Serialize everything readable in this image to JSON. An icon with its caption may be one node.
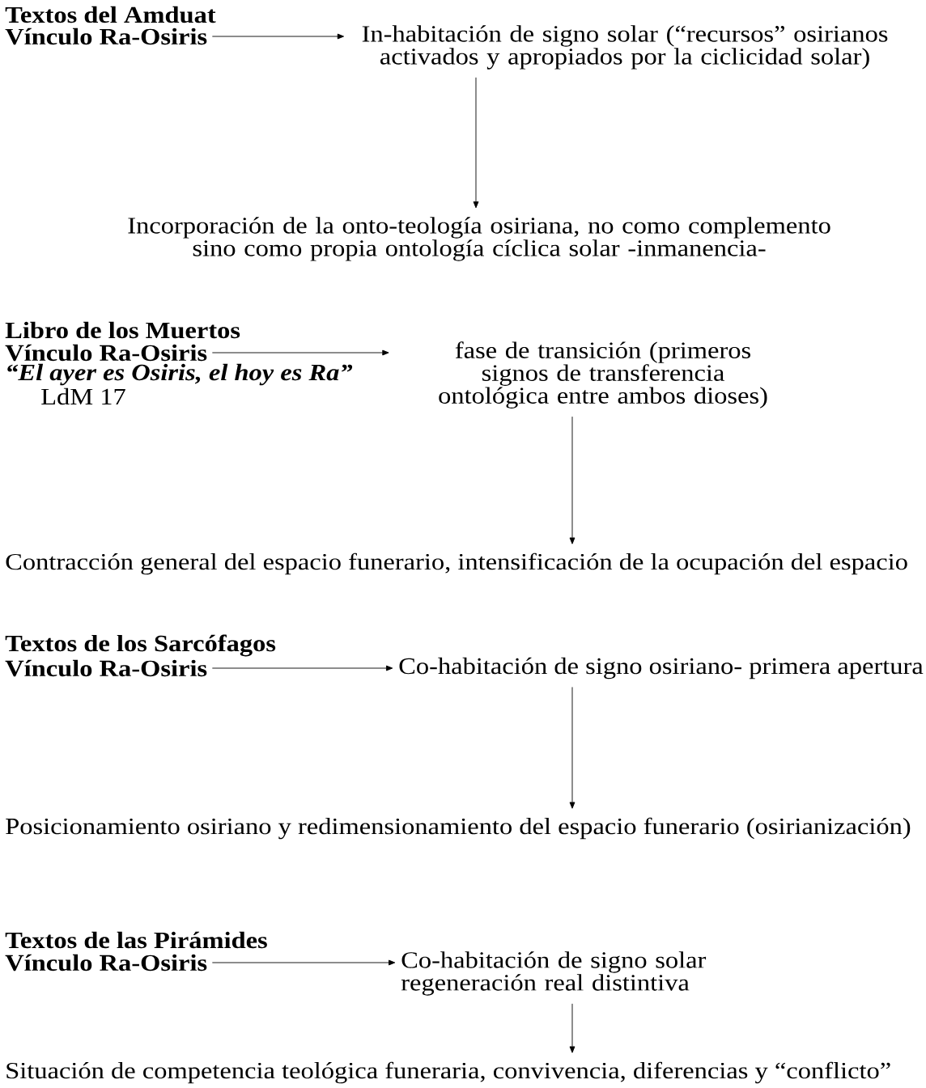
{
  "diagram": {
    "nodes": [
      {
        "text": [
          "Vínculo Ra-Osiris"
        ]
      },
      {
        "text": [
          "In-habitación de signo solar (“recursos” osirianos activados y apropiados por la ciclicidad solar)"
        ]
      },
      {
        "text": [
          "Incorporación de la onto-teología osiriana, no como complemento sino como propia ontología cíclica solar -inmanencia-"
        ]
      },
      {
        "text": [
          "Vínculo Ra-Osiris"
        ]
      },
      {
        "text": [
          "fase de transición (primeros signos de transferencia ontológica entre ambos dioses)"
        ]
      },
      {
        "text": [
          "Contracción general del espacio funerario, intensificación de la ocupación del espacio"
        ]
      },
      {
        "text": [
          "Vínculo Ra-Osiris"
        ]
      },
      {
        "text": [
          "Co-habitación de signo osiriano- primera apertura"
        ]
      },
      {
        "text": [
          "Posicionamiento osiriano y redimensionamiento del espacio funerario (osirianización)"
        ]
      },
      {
        "text": [
          "Vínculo Ra-Osiris"
        ]
      },
      {
        "text": [
          "Co-habitación de signo solar regeneración real distintiva"
        ]
      },
      {
        "text": [
          "Situación de competencia teológica funeraria, convivencia, diferencias y “conflicto”"
        ]
      }
    ],
    "edges": [
      {
        "from": 0,
        "to": 1,
        "arrow": "to"
      },
      {
        "from": 1,
        "to": 2,
        "arrow": "to"
      },
      {
        "from": 3,
        "to": 4,
        "arrow": "to"
      },
      {
        "from": 4,
        "to": 5,
        "arrow": "to"
      },
      {
        "from": 6,
        "to": 7,
        "arrow": "to"
      },
      {
        "from": 7,
        "to": 8,
        "arrow": "to"
      },
      {
        "from": 9,
        "to": 10,
        "arrow": "to"
      },
      {
        "from": 10,
        "to": 11,
        "arrow": "to"
      }
    ],
    "labels": [
      "Textos del Amduat",
      "Libro de los Muertos",
      "“El ayer es Osiris, el hoy es Ra”",
      "LdM 17",
      "Textos de los Sarcófagos",
      "Textos de las Pirámides"
    ]
  }
}
